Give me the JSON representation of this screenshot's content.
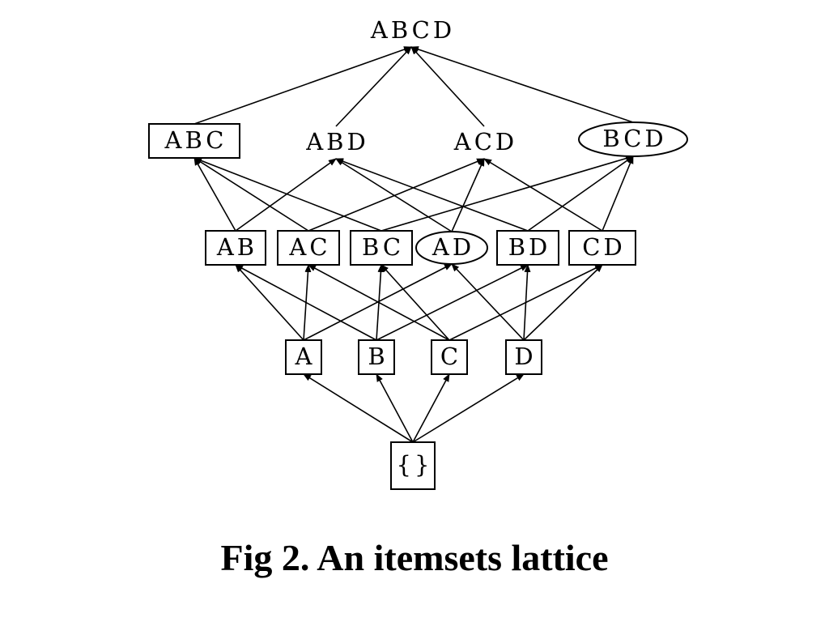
{
  "caption": "Fig 2. An itemsets lattice",
  "nodes": [
    {
      "id": "ABCD",
      "label": "ABCD",
      "shape": "none"
    },
    {
      "id": "ABC",
      "label": "ABC",
      "shape": "box"
    },
    {
      "id": "ABD",
      "label": "ABD",
      "shape": "none"
    },
    {
      "id": "ACD",
      "label": "ACD",
      "shape": "none"
    },
    {
      "id": "BCD",
      "label": "BCD",
      "shape": "ellipse"
    },
    {
      "id": "AB",
      "label": "AB",
      "shape": "box"
    },
    {
      "id": "AC",
      "label": "AC",
      "shape": "box"
    },
    {
      "id": "BC",
      "label": "BC",
      "shape": "box"
    },
    {
      "id": "AD",
      "label": "AD",
      "shape": "ellipse"
    },
    {
      "id": "BD",
      "label": "BD",
      "shape": "box"
    },
    {
      "id": "CD",
      "label": "CD",
      "shape": "box"
    },
    {
      "id": "A",
      "label": "A",
      "shape": "box"
    },
    {
      "id": "B",
      "label": "B",
      "shape": "box"
    },
    {
      "id": "C",
      "label": "C",
      "shape": "box"
    },
    {
      "id": "D",
      "label": "D",
      "shape": "box"
    },
    {
      "id": "EMPTY",
      "label": "{}",
      "shape": "box"
    }
  ],
  "edges": [
    [
      "EMPTY",
      "A"
    ],
    [
      "EMPTY",
      "B"
    ],
    [
      "EMPTY",
      "C"
    ],
    [
      "EMPTY",
      "D"
    ],
    [
      "A",
      "AB"
    ],
    [
      "A",
      "AC"
    ],
    [
      "A",
      "AD"
    ],
    [
      "B",
      "AB"
    ],
    [
      "B",
      "BC"
    ],
    [
      "B",
      "BD"
    ],
    [
      "C",
      "AC"
    ],
    [
      "C",
      "BC"
    ],
    [
      "C",
      "CD"
    ],
    [
      "D",
      "AD"
    ],
    [
      "D",
      "BD"
    ],
    [
      "D",
      "CD"
    ],
    [
      "AB",
      "ABC"
    ],
    [
      "AB",
      "ABD"
    ],
    [
      "AC",
      "ABC"
    ],
    [
      "AC",
      "ACD"
    ],
    [
      "BC",
      "ABC"
    ],
    [
      "BC",
      "BCD"
    ],
    [
      "AD",
      "ABD"
    ],
    [
      "AD",
      "ACD"
    ],
    [
      "BD",
      "ABD"
    ],
    [
      "BD",
      "BCD"
    ],
    [
      "CD",
      "ACD"
    ],
    [
      "CD",
      "BCD"
    ],
    [
      "ABC",
      "ABCD"
    ],
    [
      "ABD",
      "ABCD"
    ],
    [
      "ACD",
      "ABCD"
    ],
    [
      "BCD",
      "ABCD"
    ]
  ]
}
